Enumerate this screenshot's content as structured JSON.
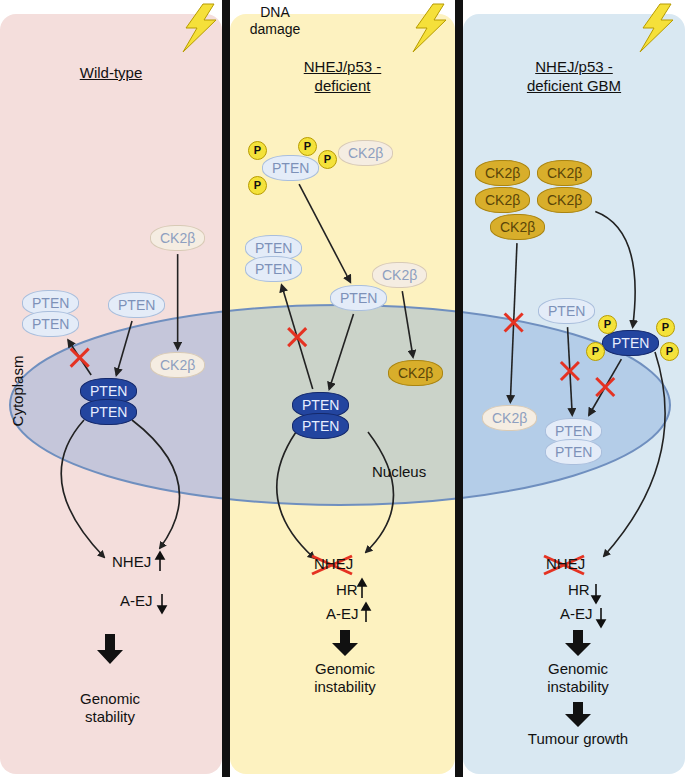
{
  "diagram": {
    "nodes": [
      {
        "text": [
          "Wild-type"
        ]
      },
      {
        "text": [
          "NHEJ/p53 -deficient"
        ]
      },
      {
        "text": [
          "NHEJ/p53 -deficient GBM"
        ]
      },
      {
        "text": [
          "PTEN",
          "PTEN"
        ],
        "in": 0
      },
      {
        "text": [
          "PTEN"
        ],
        "in": 0
      },
      {
        "text": [
          "CK2β"
        ],
        "in": 0
      },
      {
        "text": [
          "CK2β"
        ],
        "in": 0
      },
      {
        "text": [
          "PTEN",
          "PTEN"
        ],
        "in": 0
      },
      {
        "text": [
          "PTEN"
        ],
        "in": 1
      },
      {
        "text": [
          "CK2β"
        ],
        "in": 1
      },
      {
        "text": [
          "PTEN",
          "PTEN"
        ],
        "in": 1
      },
      {
        "text": [
          "PTEN"
        ],
        "in": 1
      },
      {
        "text": [
          "CK2β"
        ],
        "in": 1
      },
      {
        "text": [
          "CK2β"
        ],
        "in": 1
      },
      {
        "text": [
          "PTEN",
          "PTEN"
        ],
        "in": 1
      },
      {
        "text": [
          "CK2β"
        ],
        "in": 2
      },
      {
        "text": [
          "CK2β"
        ],
        "in": 2
      },
      {
        "text": [
          "CK2β"
        ],
        "in": 2
      },
      {
        "text": [
          "CK2β"
        ],
        "in": 2
      },
      {
        "text": [
          "CK2β"
        ],
        "in": 2
      },
      {
        "text": [
          "PTEN"
        ],
        "in": 2
      },
      {
        "text": [
          "PTEN"
        ],
        "in": 2
      },
      {
        "text": [
          "CK2β"
        ],
        "in": 2
      },
      {
        "text": [
          "PTEN",
          "PTEN"
        ],
        "in": 2
      }
    ],
    "edges": [
      {
        "from": 4,
        "to": 7,
        "arrow": "to"
      },
      {
        "from": 5,
        "to": 6,
        "arrow": "to"
      },
      {
        "from": 7,
        "to": 3,
        "arrow": "to"
      },
      {
        "from": 9,
        "to": 8,
        "arrow": "to"
      },
      {
        "from": 8,
        "to": 11,
        "arrow": "to"
      },
      {
        "from": 11,
        "to": 14,
        "arrow": "to"
      },
      {
        "from": 12,
        "to": 13,
        "arrow": "to"
      },
      {
        "from": 14,
        "to": 10,
        "arrow": "to"
      },
      {
        "from": 19,
        "to": 22,
        "arrow": "to"
      },
      {
        "from": 18,
        "to": 21,
        "arrow": "to"
      },
      {
        "from": 20,
        "to": 23,
        "arrow": "to"
      },
      {
        "from": 21,
        "to": 23,
        "arrow": "to"
      }
    ],
    "labels": [
      "DNA damage",
      "Cytoplasm",
      "Nucleus",
      "P",
      "P",
      "P",
      "P",
      "P",
      "P",
      "P",
      "P",
      "NHEJ",
      "A-EJ",
      "Genomic stability",
      "NHEJ",
      "HR",
      "A-EJ",
      "Genomic instability",
      "NHEJ",
      "HR",
      "A-EJ",
      "Genomic instability",
      "Tumour growth"
    ]
  }
}
